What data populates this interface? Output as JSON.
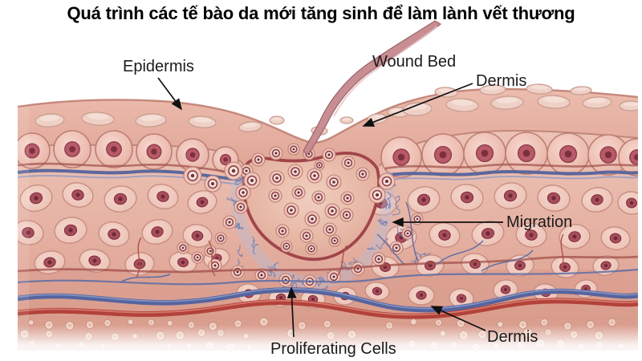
{
  "title": "Quá trình các tế bào da mới tăng sinh để làm lành vết thương",
  "labels": {
    "epidermis": "Epidermis",
    "wound_bed": "Wound Bed",
    "dermis_top": "Dermis",
    "migration": "Migration",
    "proliferating_cells": "Proliferating Cells",
    "dermis_bottom": "Dermis"
  },
  "colors": {
    "background": "#ffffff",
    "title_text": "#000000",
    "label_text": "#1b1b1b",
    "arrow": "#111111",
    "skin_surface": "#c08073",
    "corneum_band": "#e8b2a4",
    "epidermis_cell": "#eec0b4",
    "cell_nucleus": "#a04a58",
    "basement_membrane": "#54639b",
    "fibrin_mesh": "#6d7cb0",
    "wound_rim": "#9e4046",
    "crater_fill": "#e7b6a4",
    "artery": "#b2423a",
    "vein": "#56649e"
  }
}
